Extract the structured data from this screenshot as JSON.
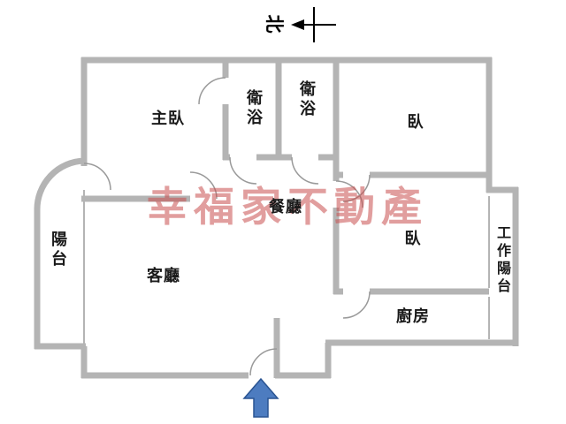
{
  "colors": {
    "wall": "#b4b4b4",
    "window": "#b4b4b4",
    "door_arc": "#9a9a9a",
    "text": "#1a1a1a",
    "watermark": "#c9504f",
    "compass": "#000000",
    "entrance_arrow_fill": "#4d7cc0",
    "entrance_arrow_stroke": "#2a5492"
  },
  "compass": {
    "north_label": "北"
  },
  "watermark": {
    "text": "幸福家不動產"
  },
  "rooms": [
    {
      "id": "master-bedroom",
      "label": "主臥"
    },
    {
      "id": "bathroom-1",
      "label": "衛浴"
    },
    {
      "id": "bathroom-2",
      "label": "衛浴"
    },
    {
      "id": "bedroom-top",
      "label": "臥"
    },
    {
      "id": "dining-room",
      "label": "餐廳"
    },
    {
      "id": "living-room",
      "label": "客廳"
    },
    {
      "id": "balcony",
      "label": "陽台"
    },
    {
      "id": "bedroom-right",
      "label": "臥"
    },
    {
      "id": "work-balcony",
      "label": "工作陽台"
    },
    {
      "id": "kitchen",
      "label": "廚房"
    }
  ]
}
